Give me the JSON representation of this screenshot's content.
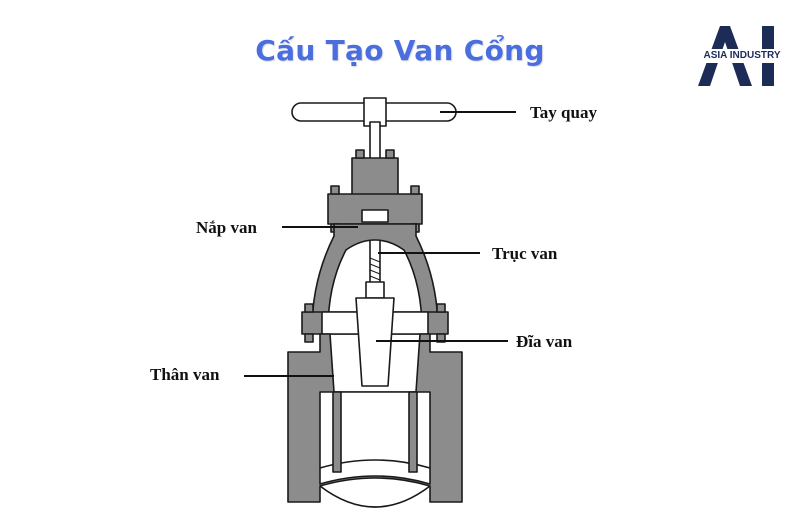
{
  "title": "Cấu Tạo Van Cổng",
  "logo": {
    "mark": "AI",
    "text": "ASIA INDUSTRY"
  },
  "labels": {
    "handwheel": "Tay quay",
    "bonnet": "Nắp van",
    "stem": "Trục van",
    "disc": "Đĩa van",
    "body": "Thân van"
  },
  "colors": {
    "title": "#4a6ee0",
    "logo": "#1d2c57",
    "valve_fill": "#8c8c8c",
    "outline": "#1a1a1a"
  }
}
